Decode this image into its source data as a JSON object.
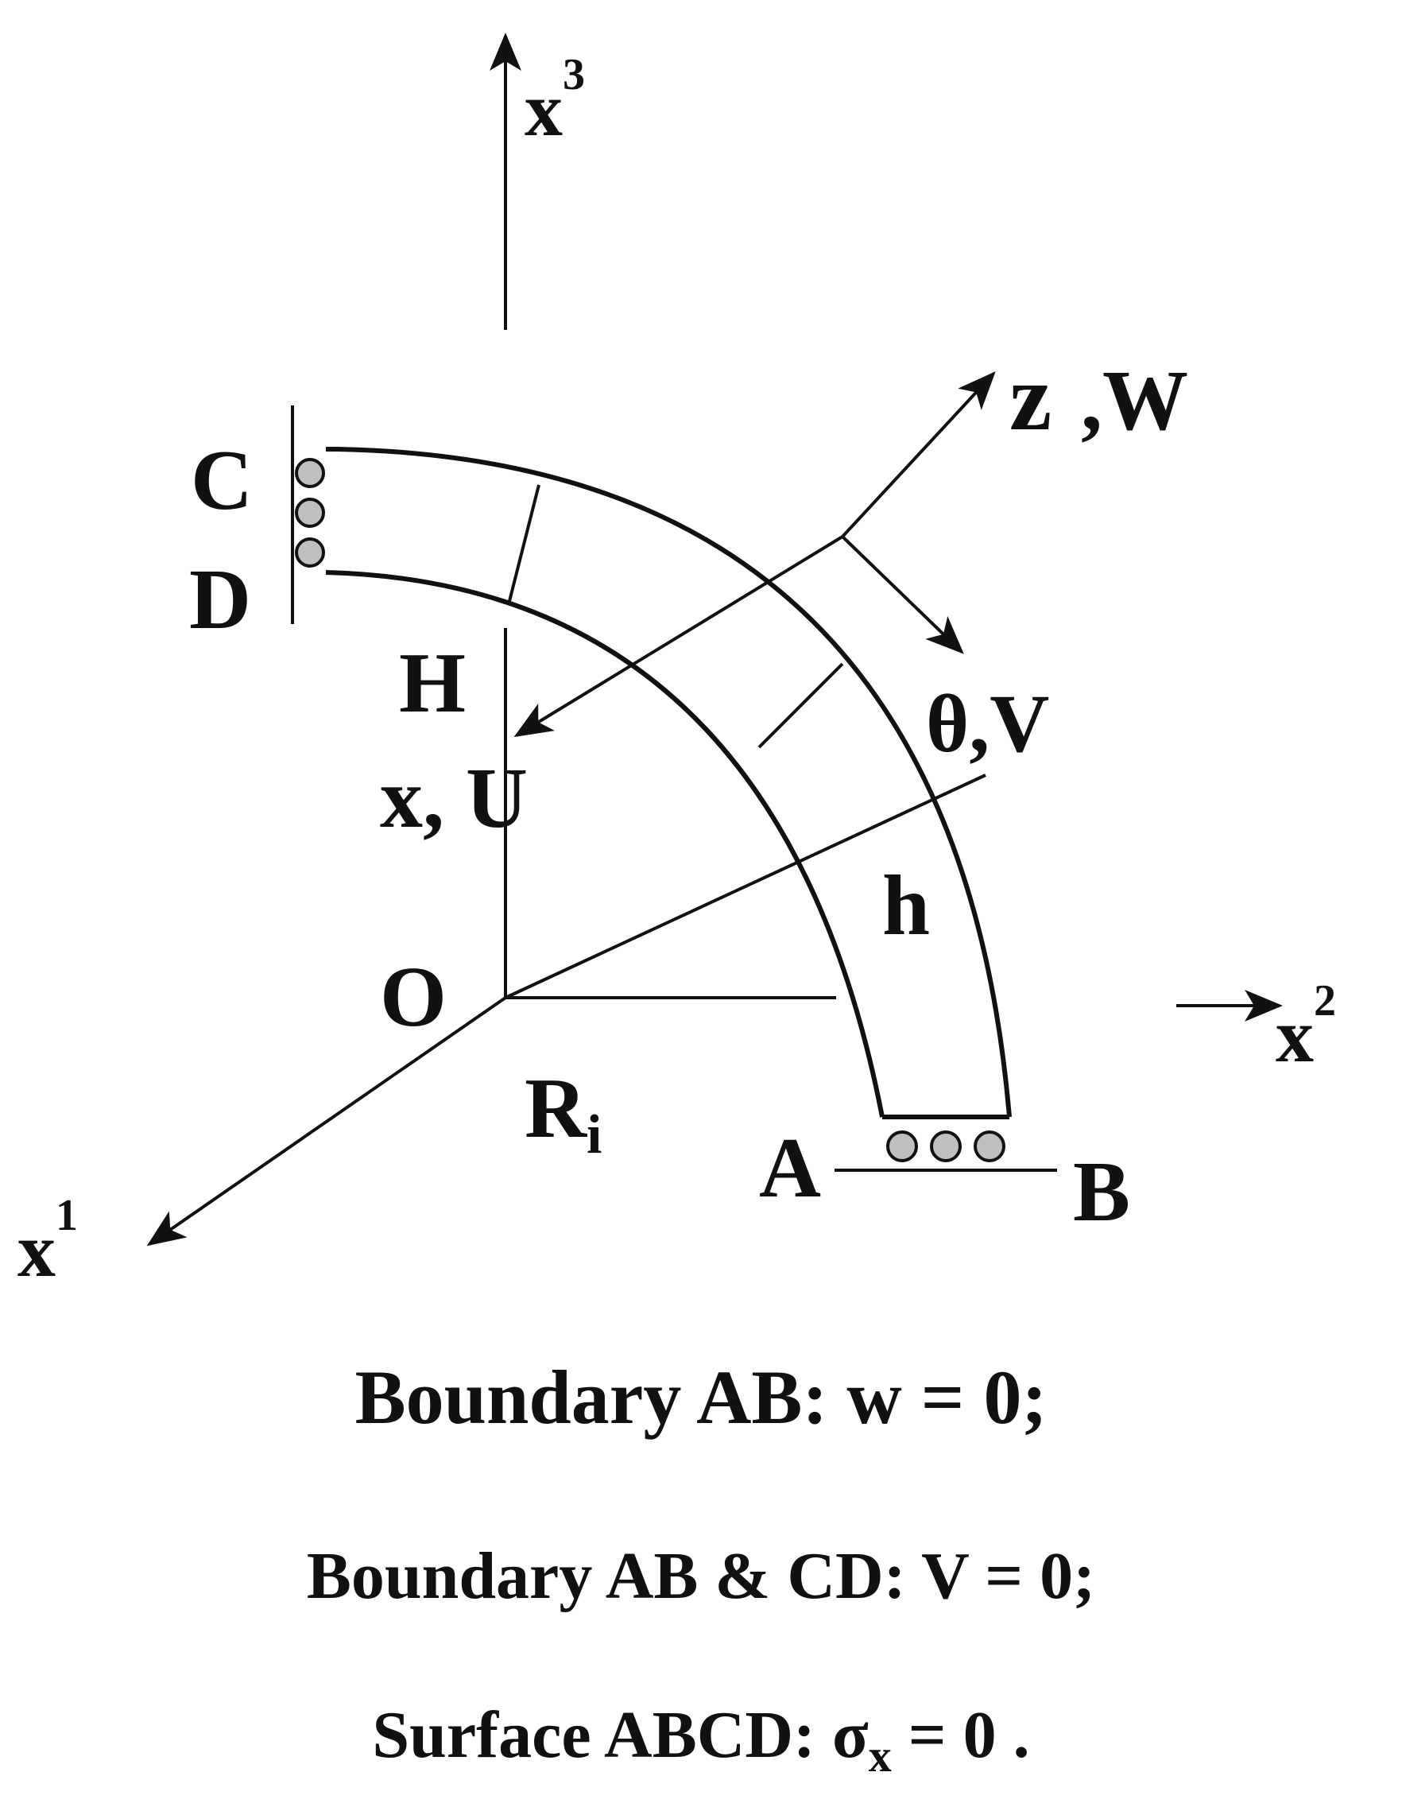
{
  "axes": {
    "x3": {
      "base": "x",
      "sup": "3"
    },
    "x2": {
      "base": "x",
      "sup": "2"
    },
    "x1": {
      "base": "x",
      "sup": "1"
    }
  },
  "labels": {
    "z": "z",
    "zw_rest": ",W",
    "theta_v": "θ,V",
    "x_u": "x, U",
    "point_c": "C",
    "point_d": "D",
    "point_h": "H",
    "point_o": "O",
    "point_a": "A",
    "point_b": "B",
    "thickness_h": "h",
    "radius": {
      "base": "R",
      "sub": "i"
    }
  },
  "conditions": {
    "line1": "Boundary AB: w = 0;",
    "line2": "Boundary AB & CD:  V = 0;",
    "line3_pre": "Surface ABCD:  σ",
    "line3_sub": "x",
    "line3_post": " = 0 ."
  },
  "colors": {
    "ink": "#111111",
    "roller_fill": "#bfbfbf"
  }
}
